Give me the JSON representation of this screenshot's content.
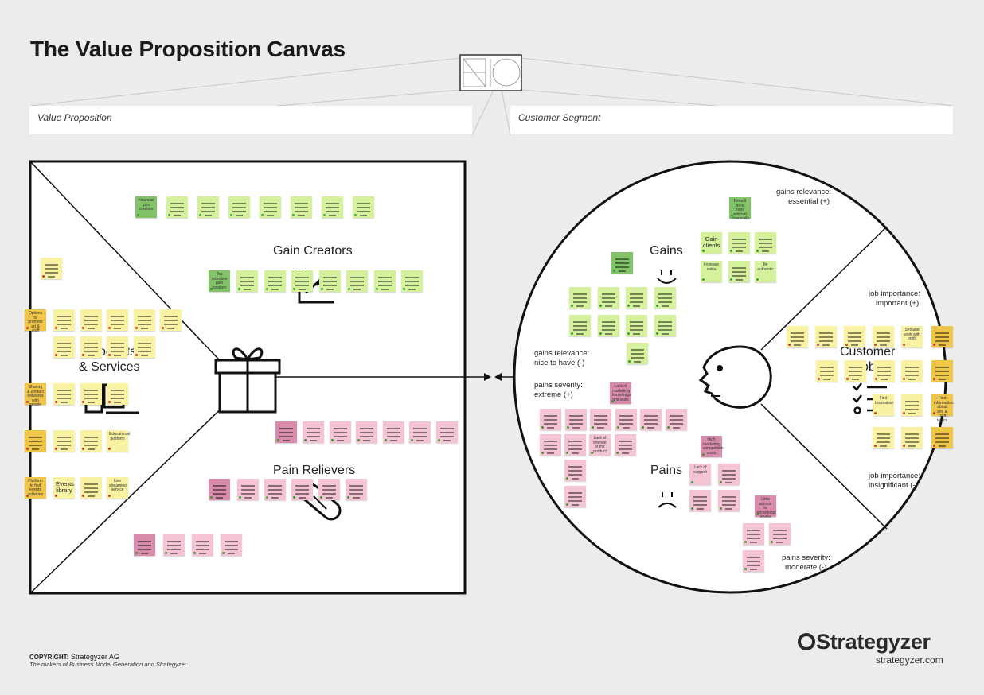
{
  "title": "The Value Proposition Canvas",
  "value_proposition_label": "Value Proposition",
  "customer_segment_label": "Customer Segment",
  "sections": {
    "gain_creators": "Gain Creators",
    "products_services_a": "Products",
    "products_services_b": "& Services",
    "pain_relievers": "Pain Relievers",
    "gains": "Gains",
    "pains": "Pains",
    "customer_jobs_a": "Customer",
    "customer_jobs_b": "Jobs"
  },
  "annotations": {
    "gains_essential_1": "gains relevance:",
    "gains_essential_2": "essential (+)",
    "gains_nice_1": "gains relevance:",
    "gains_nice_2": "nice to have (-)",
    "job_important_1": "job importance:",
    "job_important_2": "important (+)",
    "job_insignificant_1": "job importance:",
    "job_insignificant_2": "insignificant (-)",
    "pains_extreme_1": "pains severity:",
    "pains_extreme_2": "extreme (+)",
    "pains_moderate_1": "pains severity:",
    "pains_moderate_2": "moderate (-)"
  },
  "notes": {
    "financial_gain": "Financial gain creators",
    "gc_pink": "Tax incentive gain creators",
    "ps_options": "Options to promote art & stuff",
    "ps_online": "Sharing & contact networks with people",
    "ps_educational": "Educational platform",
    "ps_platform": "Platform to find events activities",
    "ps_events": "Events library",
    "ps_streaming": "Live streaming service",
    "gains_top": "Benefit from more art/craft financially",
    "gains_clients": "Gain clients",
    "gains_increase": "Increase sales",
    "gains_authentic": "Be authentic",
    "jobs_sell": "Sell and work with profit",
    "jobs_find": "Find Inspiration",
    "jobs_find_info": "Find information about arts & craft topics",
    "pains_top": "Lack of marketing knowledge and skills",
    "pains_lack": "Lack of interest in the product",
    "pains_lack2": "Lack of support",
    "pains_high": "High marketing competition costs",
    "pains_bottom": "Little access to knowledge levels"
  },
  "copyright_label": "COPYRIGHT:",
  "copyright_owner": "Strategyzer AG",
  "makers": "The makers of Business Model Generation and Strategyzer",
  "brand": "Strategyzer",
  "brand_url": "strategyzer.com",
  "colors": {
    "green": "#c9ec8c",
    "green_dark": "#82c268",
    "yellow": "#f8f2a2",
    "yellow_dark": "#f0c64a",
    "pink": "#f4c4d4",
    "pink_dark": "#d98bac"
  }
}
